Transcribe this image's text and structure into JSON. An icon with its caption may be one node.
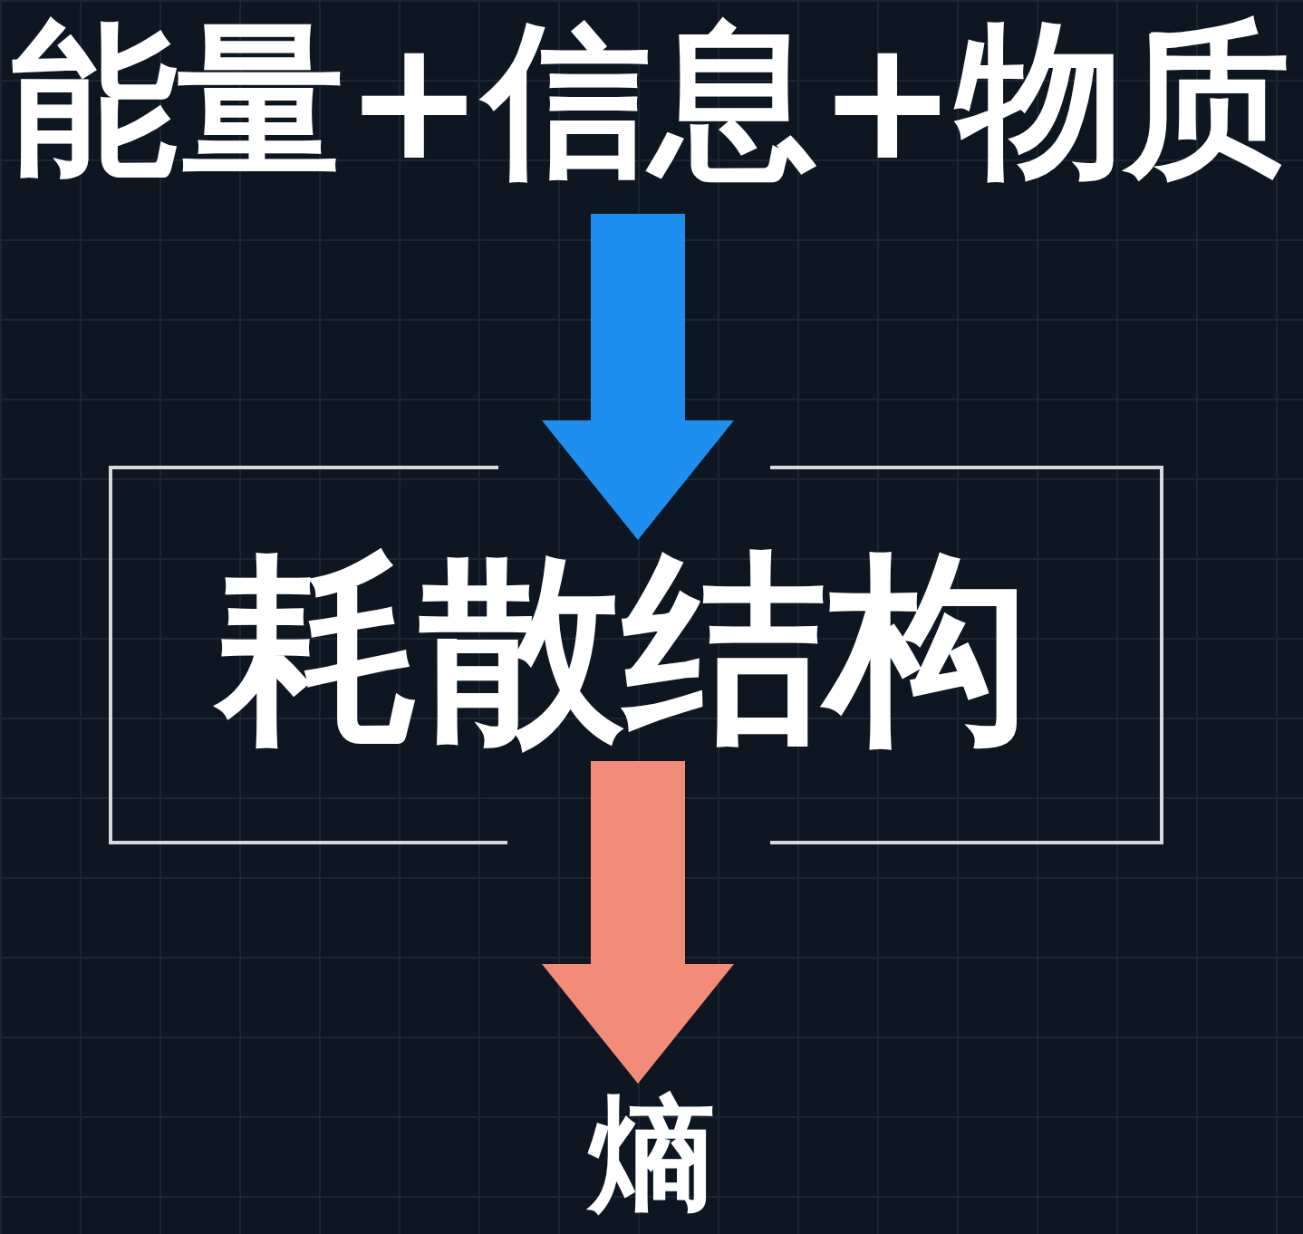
{
  "diagram": {
    "nodes": [
      {
        "text": [
          "能量+信息+物质"
        ]
      },
      {
        "text": [
          "耗散结构"
        ]
      },
      {
        "text": [
          "熵"
        ]
      }
    ],
    "edges": [
      {
        "from": 0,
        "to": 1,
        "arrow": "to",
        "color": "#1e8ff0"
      },
      {
        "from": 1,
        "to": 2,
        "arrow": "to",
        "color": "#f28b78"
      }
    ]
  }
}
